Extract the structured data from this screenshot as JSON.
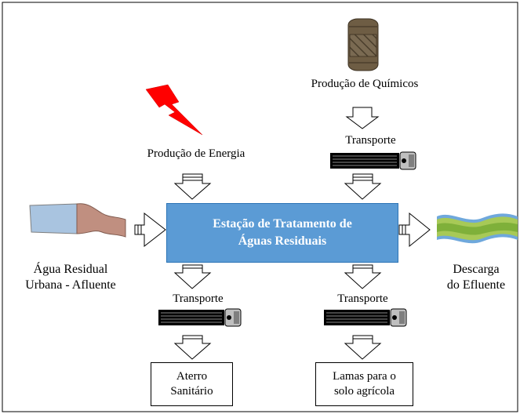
{
  "diagram": {
    "center_title_line1": "Estação de Tratamento de",
    "center_title_line2": "Águas Residuais",
    "energy_label": "Produção de Energia",
    "chemicals_label": "Produção de Químicos",
    "transport_top_label": "Transporte",
    "transport_left_label": "Transporte",
    "transport_right_label": "Transporte",
    "influent_line1": "Água Residual",
    "influent_line2": "Urbana - Afluente",
    "effluent_line1": "Descarga",
    "effluent_line2": "do Efluente",
    "landfill_line1": "Aterro",
    "landfill_line2": "Sanitário",
    "sludge_line1": "Lamas para o",
    "sludge_line2": "solo agrícola",
    "icons": [
      "lightning-icon",
      "chemical-drum-icon",
      "truck-icon",
      "pipe-influent-icon",
      "river-icon"
    ],
    "colors": {
      "center_fill": "#5b9bd5",
      "center_border": "#2e75b6",
      "lightning": "#ff0000",
      "drum": "#7f6a4e",
      "pipe": "#c8998a",
      "river_green": "#8fbf4a",
      "river_blue": "#6fa8dc"
    }
  }
}
